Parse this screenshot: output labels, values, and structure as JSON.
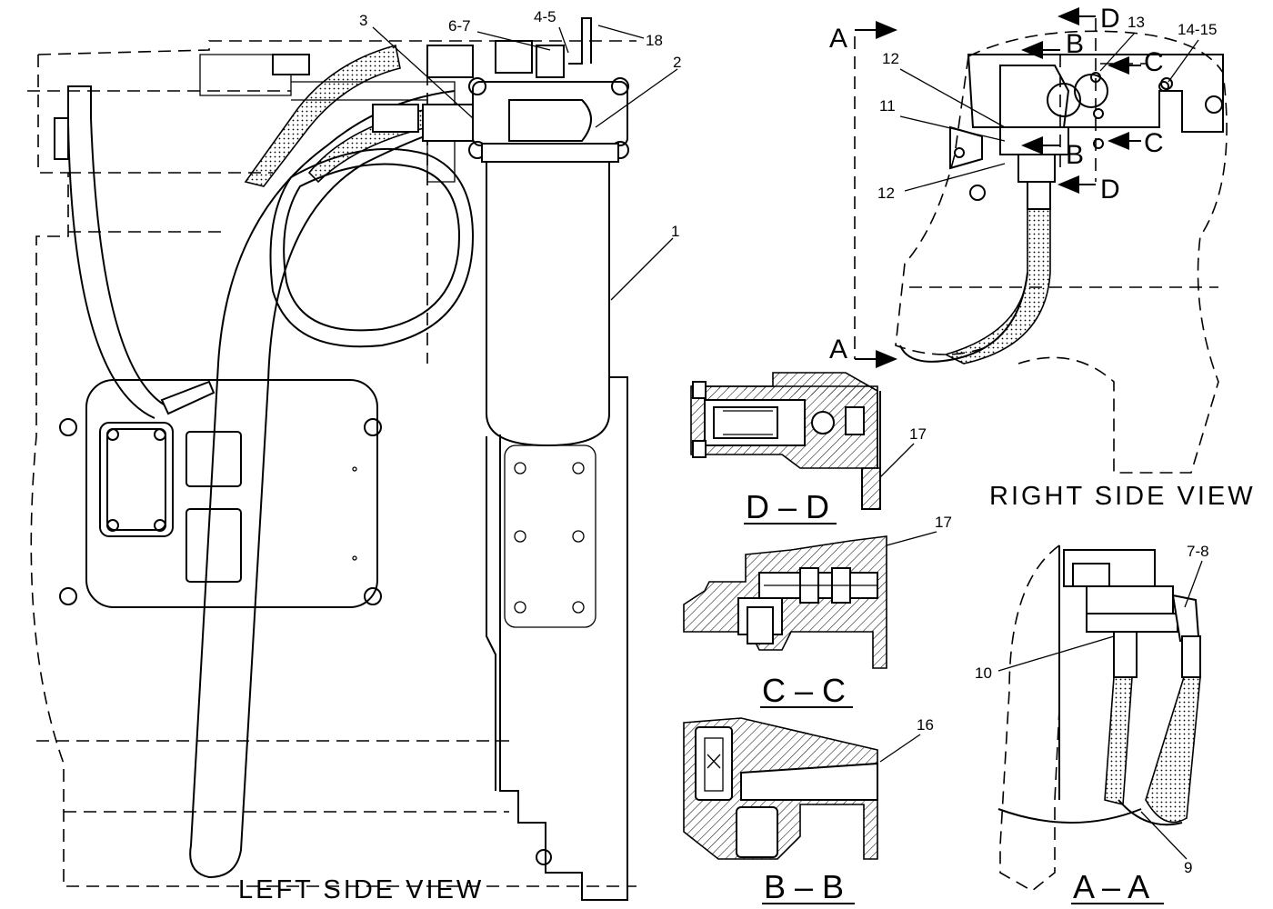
{
  "views": {
    "left": "LEFT SIDE VIEW",
    "right": "RIGHT SIDE VIEW",
    "section_dd": "D – D",
    "section_cc": "C – C",
    "section_bb": "B – B",
    "section_aa": "A – A"
  },
  "callouts": {
    "c1": "1",
    "c2": "2",
    "c3": "3",
    "c45": "4-5",
    "c67": "6-7",
    "c18": "18",
    "c12a": "12",
    "c11": "11",
    "c12b": "12",
    "c13": "13",
    "c1415": "14-15",
    "c17a": "17",
    "c17b": "17",
    "c16": "16",
    "c78": "7-8",
    "c10": "10",
    "c9": "9"
  },
  "section_markers": {
    "a_top": "A",
    "a_bottom": "A",
    "b_top": "B",
    "b_bottom": "B",
    "c_top": "C",
    "c_bottom": "C",
    "d_top": "D",
    "d_bottom": "D"
  }
}
